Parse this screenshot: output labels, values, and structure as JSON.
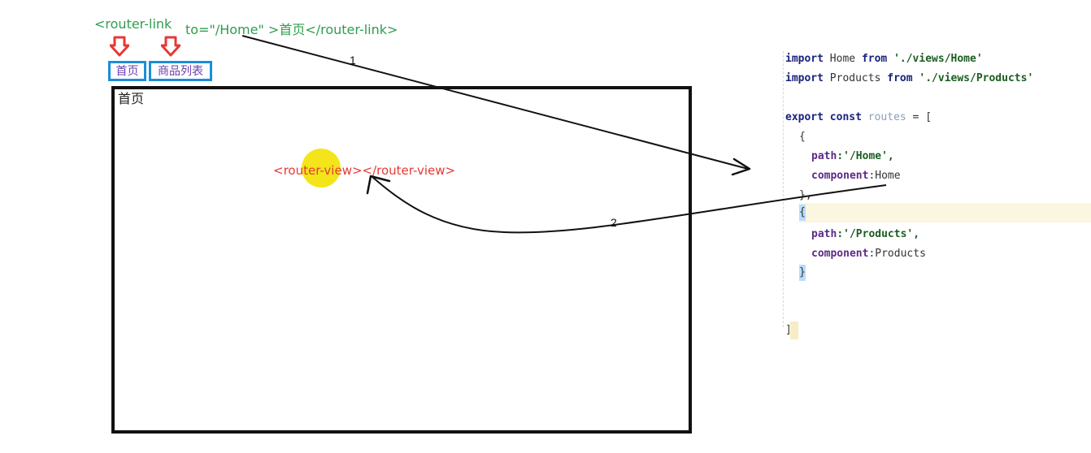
{
  "annotations": {
    "router_link_open": "<router-link",
    "router_link_rest": "to=\"/Home\" >首页</router-link>",
    "router_view_tag": "<router-view></router-view>",
    "arrow_1_label": "1",
    "arrow_2_label": "2"
  },
  "nav_links": [
    {
      "label": "首页"
    },
    {
      "label": "商品列表"
    }
  ],
  "view_frame": {
    "title": "首页"
  },
  "code": {
    "import_home": {
      "kw": "import",
      "name": " Home ",
      "from": "from",
      "path": " './views/Home'"
    },
    "import_products": {
      "kw": "import",
      "name": " Products ",
      "from": "from",
      "path": " './views/Products'"
    },
    "export_line": {
      "kw1": "export",
      "kw2": " const ",
      "name": "routes",
      "rest": " = ["
    },
    "open_brace_1": "{",
    "route1_path": {
      "key": "path",
      "value": ":'/Home',"
    },
    "route1_component": {
      "key": "component",
      "value": ":Home"
    },
    "close_brace_1": "},",
    "open_brace_2": "{",
    "route2_path": {
      "key": "path",
      "value": ":'/Products',"
    },
    "route2_component": {
      "key": "component",
      "value": ":Products"
    },
    "close_brace_2": "}",
    "close_bracket": "]"
  },
  "colors": {
    "annotation_green": "#2e9e4f",
    "link_box_border": "#1a8fd6",
    "marker_red": "#e53935",
    "cursor_yellow": "#f2e200"
  }
}
